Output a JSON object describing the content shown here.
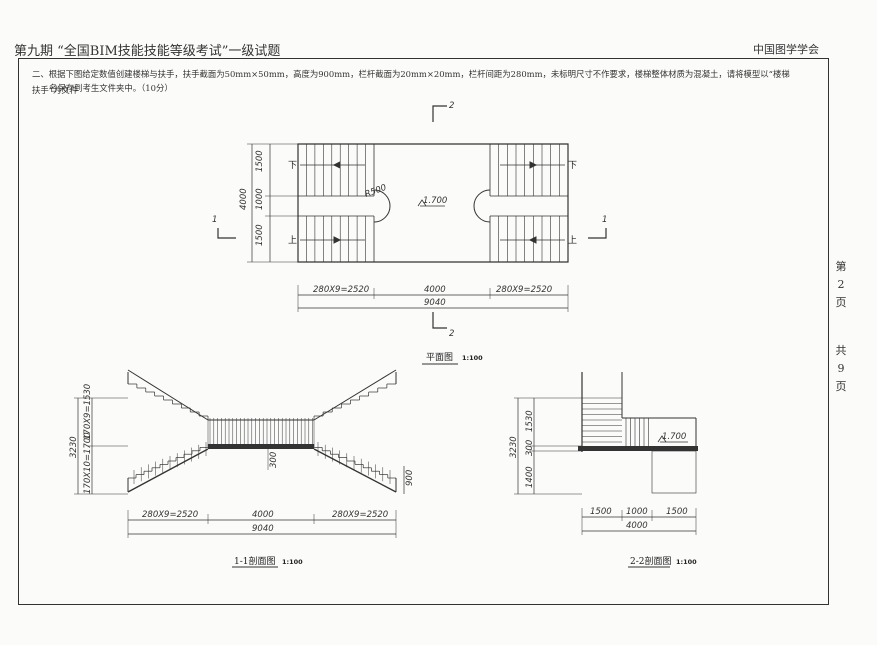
{
  "header": {
    "title": "第九期 “全国BIM技能技能等级考试”一级试题",
    "org": "中国图学学会"
  },
  "question": {
    "line1": "二、根据下图给定数值创建楼梯与扶手，扶手截面为50mm×50mm，高度为900mm，栏杆截面为20mm×20mm，栏杆间距为280mm，未标明尺寸不作要求，楼梯整体材质为混凝土，请将模型以“楼梯扶手”为文件",
    "line2": "名保存到考生文件夹中。（10分）"
  },
  "page_info": {
    "current": [
      "第",
      "2",
      "页"
    ],
    "total": [
      "共",
      "9",
      "页"
    ]
  },
  "plan": {
    "title": "平面图",
    "scale": "1:100",
    "elevation": "1.700",
    "radius": "R500",
    "down_label": "下",
    "up_label": "上",
    "section1": "1",
    "section2": "2",
    "dims_vertical": [
      "1500",
      "1000",
      "1500",
      "4000"
    ],
    "dims_horizontal": [
      "280X9=2520",
      "4000",
      "280X9=2520",
      "9040"
    ]
  },
  "section11": {
    "title": "1-1剖面图",
    "scale": "1:100",
    "dims_vertical": [
      "3230",
      "170X9=1530",
      "170X10=1700"
    ],
    "dims_horizontal": [
      "280X9=2520",
      "4000",
      "280X9=2520",
      "9040"
    ],
    "slab": "300",
    "rail": "900"
  },
  "section22": {
    "title": "2-2剖面图",
    "scale": "1:100",
    "elevation": "1.700",
    "dims_vertical": [
      "3230",
      "1530",
      "300",
      "1400"
    ],
    "dims_horizontal": [
      "1500",
      "1000",
      "1500",
      "4000"
    ]
  }
}
